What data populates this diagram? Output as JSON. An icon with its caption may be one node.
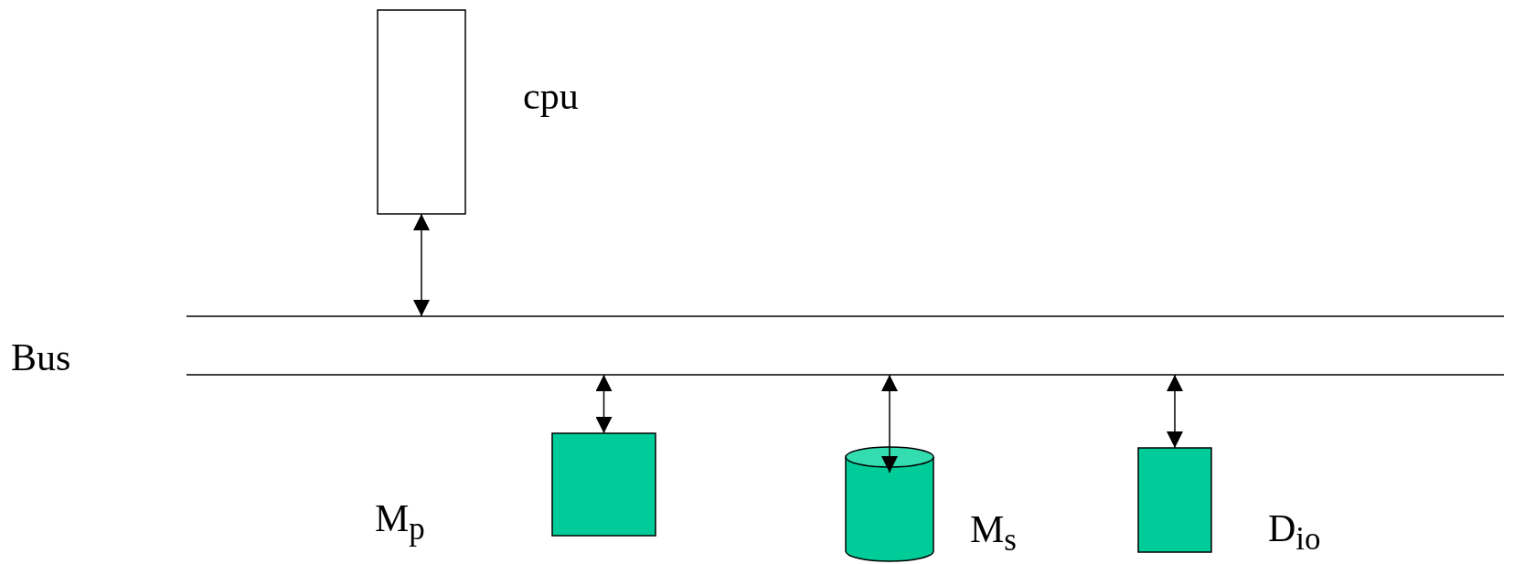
{
  "diagram": {
    "nodes": [
      {
        "text": [
          "cpu"
        ]
      },
      {
        "text": [
          "Bus"
        ]
      },
      {
        "text": [
          "M$_{p}$"
        ]
      },
      {
        "text": [
          "M$_{s}$"
        ]
      },
      {
        "text": [
          "D$_{io}$"
        ]
      }
    ],
    "edges": [
      {
        "from": 0,
        "to": 1,
        "arrow": "both"
      },
      {
        "from": 1,
        "to": 2,
        "arrow": "both"
      },
      {
        "from": 1,
        "to": 3,
        "arrow": "both"
      },
      {
        "from": 1,
        "to": 4,
        "arrow": "both"
      }
    ]
  }
}
